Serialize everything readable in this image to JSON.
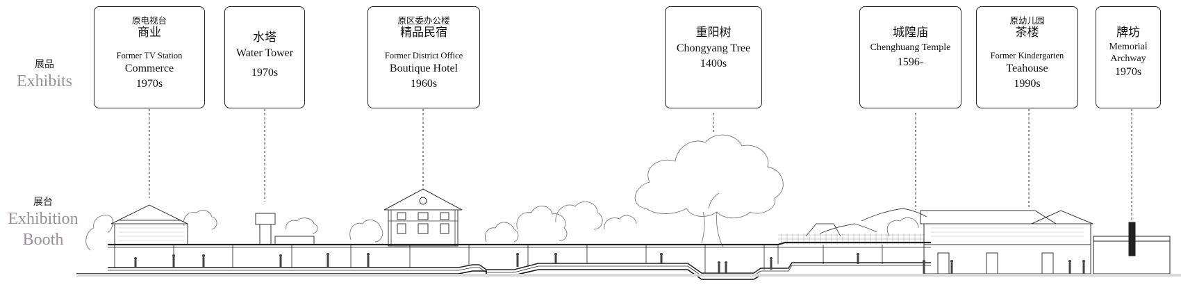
{
  "labels": {
    "exhibits_cn": "展品",
    "exhibits_en": "Exhibits",
    "booth_cn": "展台",
    "booth_en_1": "Exhibition",
    "booth_en_2": "Booth"
  },
  "cards": [
    {
      "cn_small": "原电视台",
      "cn_main": "商业",
      "en_small": "Former TV Station",
      "en_main": "Commerce",
      "year": "1970s"
    },
    {
      "cn_small": "",
      "cn_main": "水塔",
      "en_small": "",
      "en_main": "Water Tower",
      "year": "1970s"
    },
    {
      "cn_small": "原区委办公楼",
      "cn_main": "精品民宿",
      "en_small": "Former District Office",
      "en_main": "Boutique Hotel",
      "year": "1960s"
    },
    {
      "cn_small": "",
      "cn_main": "重阳树",
      "en_small": "",
      "en_main": "Chongyang Tree",
      "year": "1400s"
    },
    {
      "cn_small": "",
      "cn_main": "城隍庙",
      "en_small": "",
      "en_main": "Chenghuang Temple",
      "year": "1596-"
    },
    {
      "cn_small": "原幼儿园",
      "cn_main": "茶楼",
      "en_small": "Former Kindergarten",
      "en_main": "Teahouse",
      "year": "1990s"
    },
    {
      "cn_small": "",
      "cn_main": "牌坊",
      "en_small": "",
      "en_main": "Memorial Archway",
      "year": "1970s"
    }
  ]
}
